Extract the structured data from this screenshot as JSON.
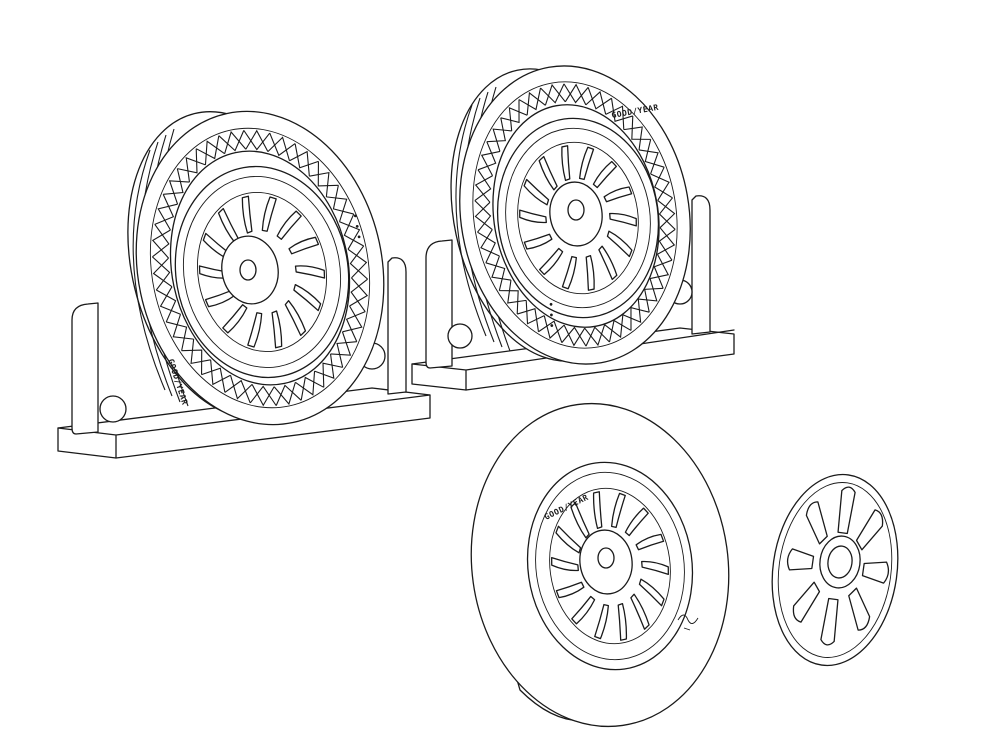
{
  "parts": [
    {
      "kind": "wheel-on-stand",
      "tread": "diamond",
      "tire_text": "GOOD/YEAR"
    },
    {
      "kind": "wheel-on-stand",
      "tread": "diamond",
      "tire_text": "GOOD/YEAR"
    },
    {
      "kind": "wheel-loose",
      "tread": "smooth",
      "tire_text": "GOOD/YEAR"
    },
    {
      "kind": "hub-cover",
      "tread": "none",
      "tire_text": ""
    }
  ],
  "colors": {
    "line": "#1a1a1a",
    "fill": "#ffffff"
  }
}
